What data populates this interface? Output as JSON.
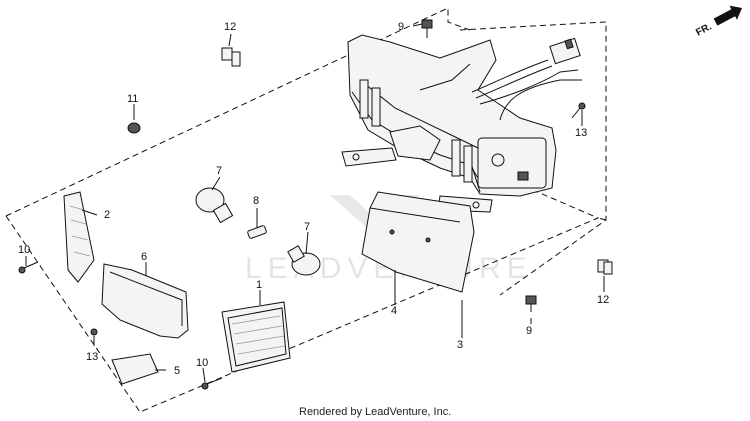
{
  "diagram": {
    "direction_label": "FR.",
    "watermark": "LEADVENTURE",
    "footer": "Rendered by LeadVenture, Inc.",
    "callouts": {
      "c1": "1",
      "c2": "2",
      "c3": "3",
      "c4": "4",
      "c5": "5",
      "c6": "6",
      "c7a": "7",
      "c7b": "7",
      "c8": "8",
      "c9a": "9",
      "c9b": "9",
      "c10a": "10",
      "c10b": "10",
      "c11": "11",
      "c12a": "12",
      "c12b": "12",
      "c13a": "13",
      "c13b": "13"
    }
  }
}
